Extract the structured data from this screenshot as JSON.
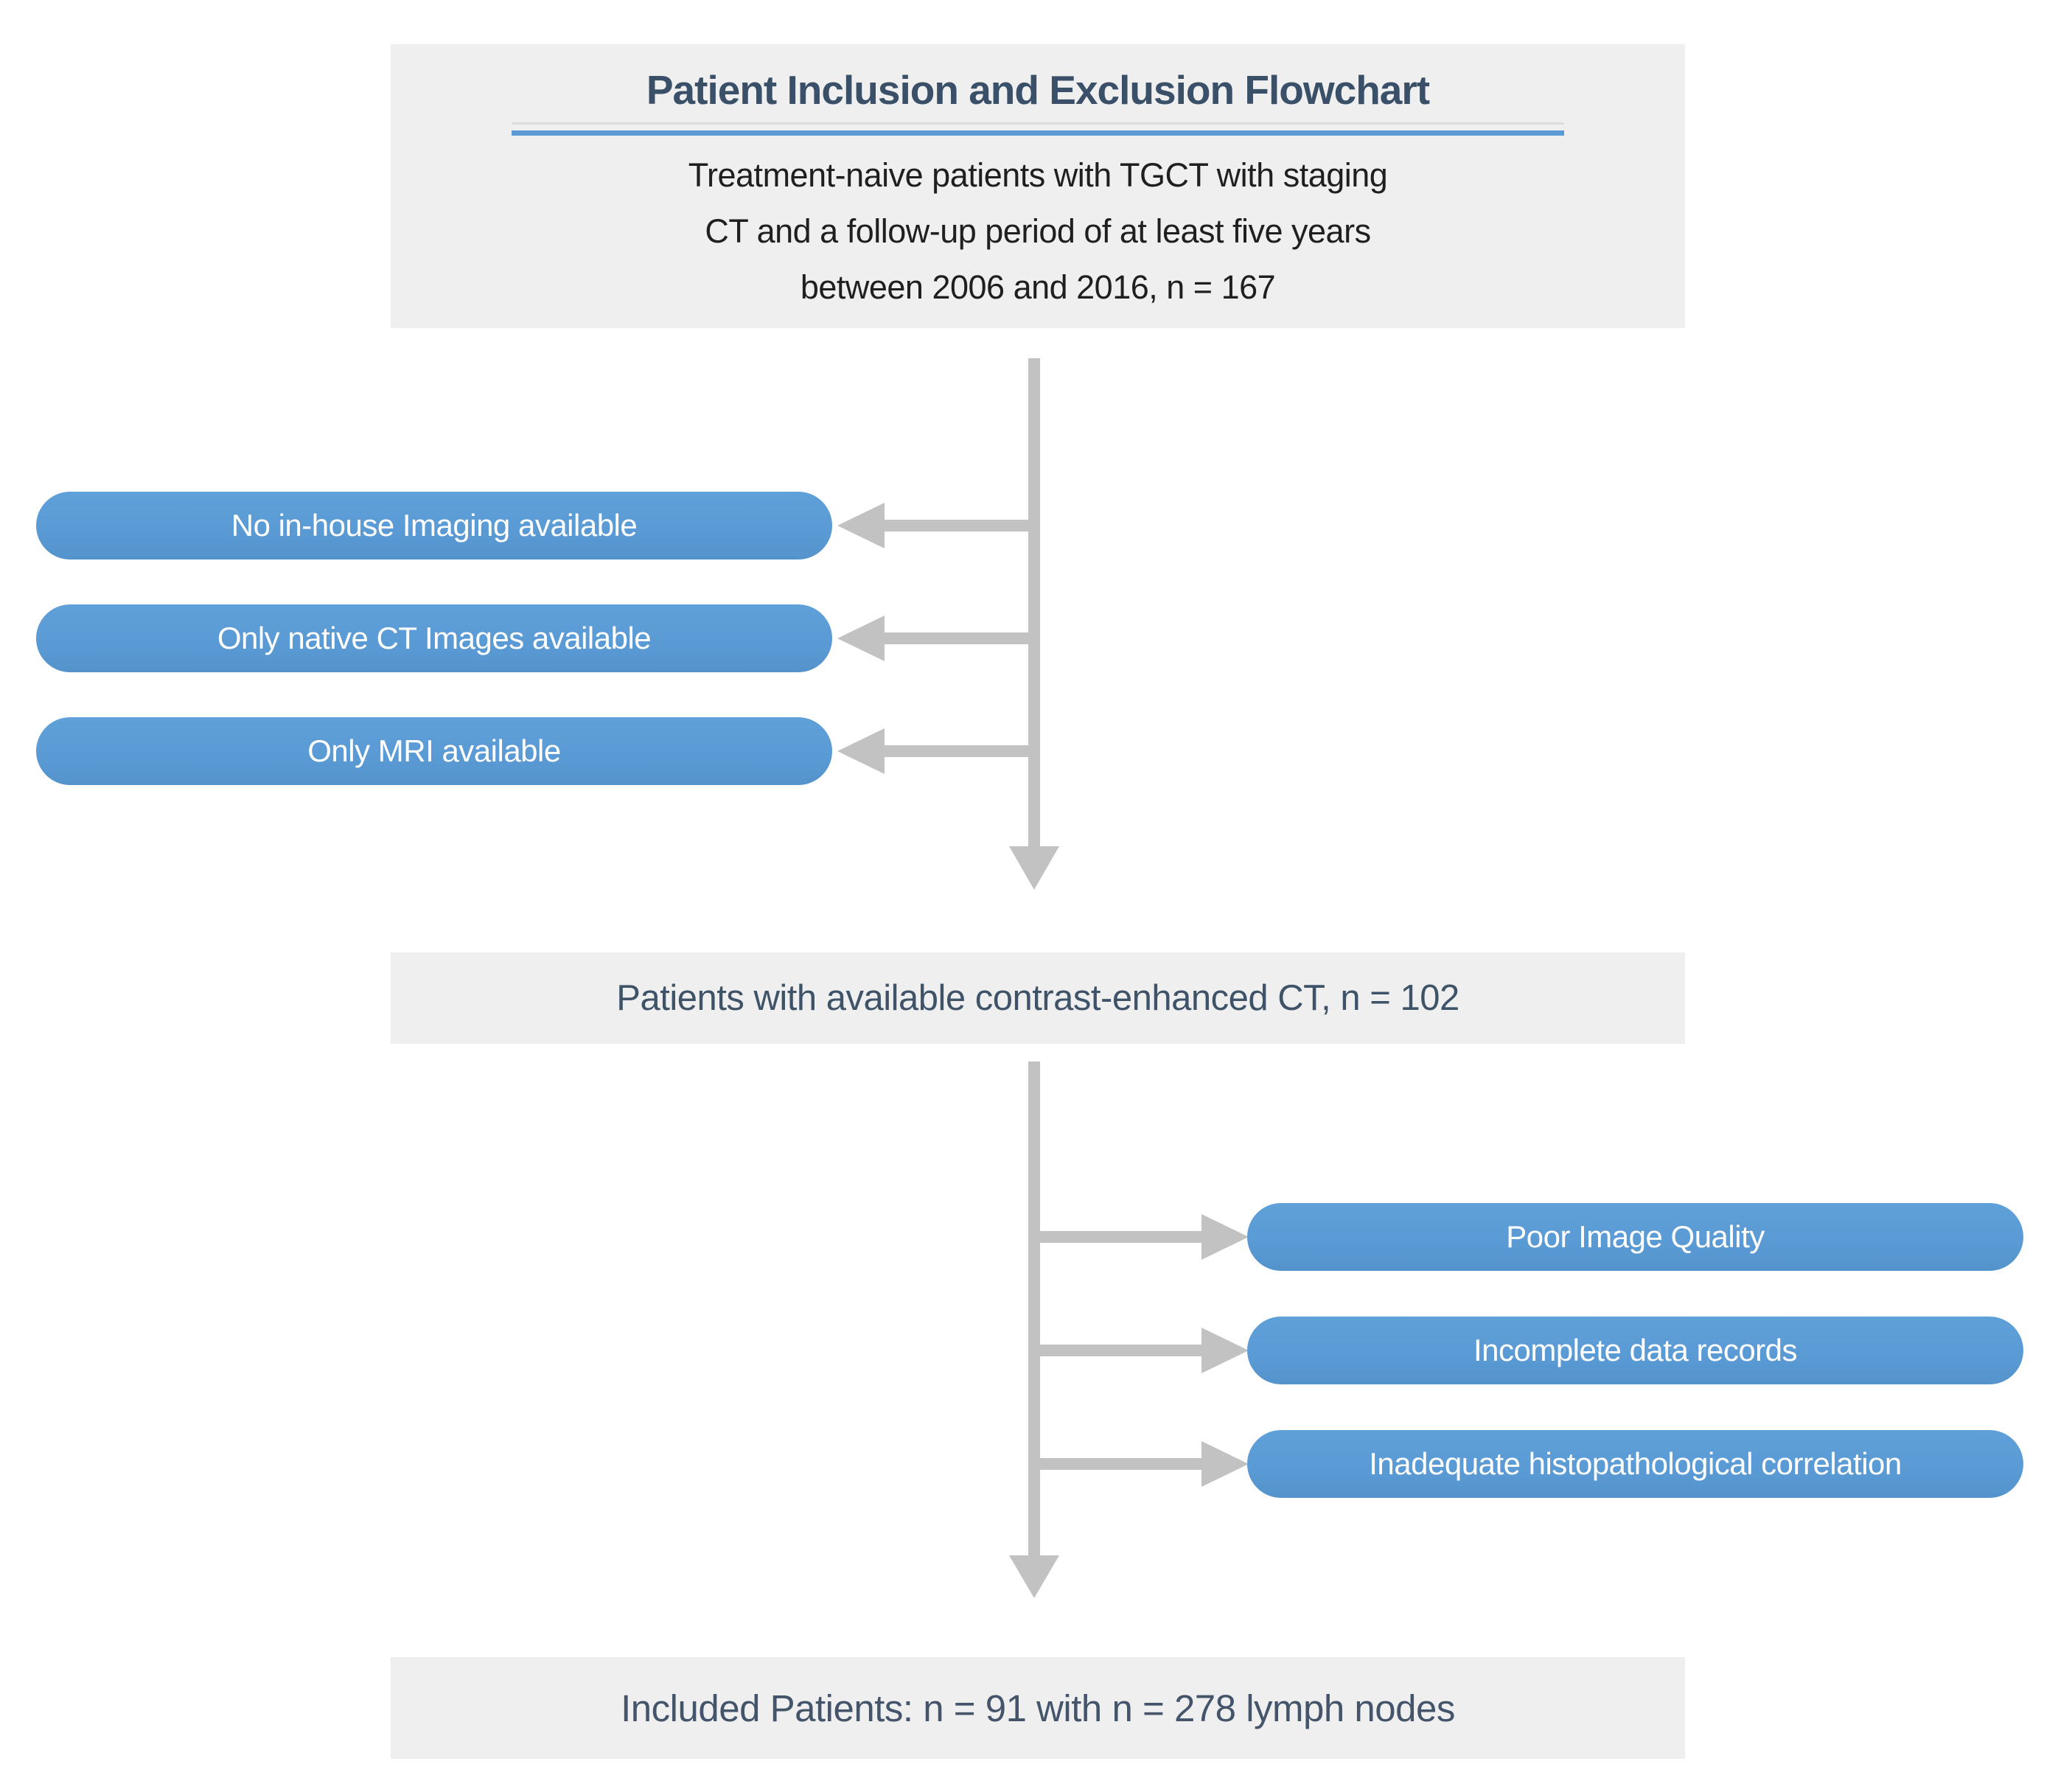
{
  "flowchart": {
    "title": "Patient Inclusion and Exclusion Flowchart",
    "source_box": {
      "text": "Treatment-naive patients with TGCT with staging\nCT and a follow-up period of at least five years\nbetween 2006 and 2016, n = 167"
    },
    "stage1_exclusions": [
      {
        "label": "No in-house Imaging available"
      },
      {
        "label": "Only native CT Images available"
      },
      {
        "label": "Only MRI available"
      }
    ],
    "intermediate_box": {
      "text": "Patients with available contrast-enhanced CT, n = 102"
    },
    "stage2_exclusions": [
      {
        "label": "Poor Image Quality"
      },
      {
        "label": "Incomplete data records"
      },
      {
        "label": "Inadequate histopathological correlation"
      }
    ],
    "result_box": {
      "text": "Included Patients: n = 91 with n = 278 lymph nodes"
    },
    "counts": {
      "initial_patients": 167,
      "contrast_enhanced_ct_patients": 102,
      "included_patients": 91,
      "lymph_nodes": 278
    },
    "colors": {
      "pill_blue": "#5B9BD5",
      "box_gray": "#EFEFEF",
      "connector_gray": "#C2C2C2",
      "title_navy": "#3A5068",
      "body_dark": "#1F1F1F",
      "mid_text": "#3E5368",
      "slate_text": "#44546A",
      "underline_blue": "#5B9BD5",
      "underline_gray": "#DCDCDC"
    }
  }
}
